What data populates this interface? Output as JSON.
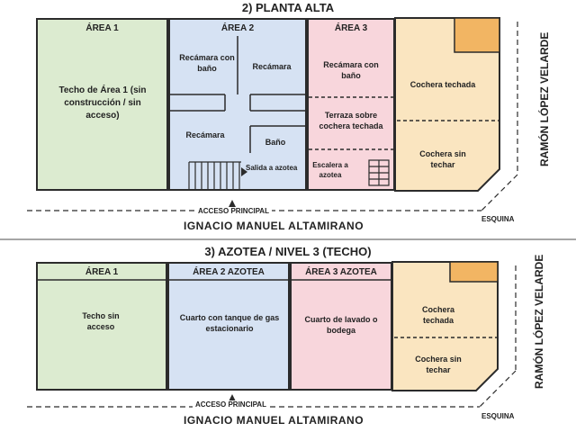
{
  "top": {
    "title": "2) PLANTA ALTA",
    "area1": {
      "header": "ÁREA 1",
      "label": "Techo de Área 1 (sin construcción / sin acceso)"
    },
    "area2": {
      "header": "ÁREA 2",
      "recamara_bano": "Recámara con baño",
      "recamara1": "Recámara",
      "recamara2": "Recámara",
      "bano": "Baño",
      "salida": "Salida a azotea"
    },
    "area3": {
      "header": "ÁREA 3",
      "recamara_bano": "Recámara con baño",
      "terraza": "Terraza sobre cochera techada",
      "escalera": "Escalera a azotea"
    },
    "cochera": {
      "techada": "Cochera techada",
      "sin_techar": "Cochera sin techar"
    },
    "acceso": "ACCESO PRINCIPAL",
    "street_bottom": "IGNACIO MANUEL ALTAMIRANO",
    "esquina": "ESQUINA",
    "street_side": "RAMÓN LÓPEZ VELARDE"
  },
  "bottom": {
    "title": "3) AZOTEA / NIVEL 3 (TECHO)",
    "area1": {
      "header": "ÁREA 1",
      "label": "Techo sin acceso"
    },
    "area2": {
      "header": "ÁREA 2 AZOTEA",
      "label": "Cuarto con tanque de gas estacionario"
    },
    "area3": {
      "header": "ÁREA 3 AZOTEA",
      "label": "Cuarto de lavado o bodega"
    },
    "cochera": {
      "techada": "Cochera techada",
      "sin_techar": "Cochera sin techar"
    },
    "acceso": "ACCESO PRINCIPAL",
    "street_bottom": "IGNACIO MANUEL ALTAMIRANO",
    "esquina": "ESQUINA",
    "street_side": "RAMÓN LÓPEZ VELARDE"
  },
  "colors": {
    "area1": "#dcebd0",
    "area2": "#d6e2f3",
    "area3": "#f8d6dc",
    "cochera": "#fae5c0",
    "corner": "#f2b563",
    "outline": "#2b2b2b"
  }
}
